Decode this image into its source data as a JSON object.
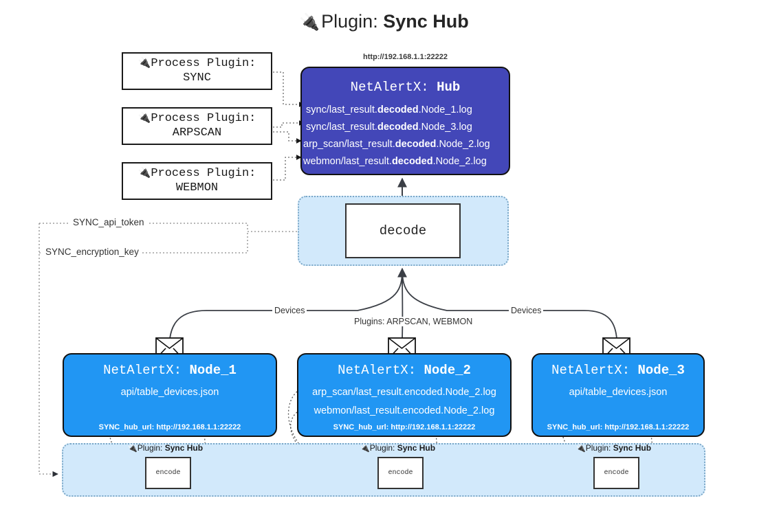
{
  "title": {
    "icon": "plug-icon",
    "icon_glyph": "🔌",
    "prefix": "Plugin: ",
    "name": "Sync Hub"
  },
  "process_plugins": [
    {
      "icon_glyph": "🔌",
      "line1": "Process Plugin:",
      "line2": "SYNC"
    },
    {
      "icon_glyph": "🔌",
      "line1": "Process Plugin:",
      "line2": "ARPSCAN"
    },
    {
      "icon_glyph": "🔌",
      "line1": "Process Plugin:",
      "line2": "WEBMON"
    }
  ],
  "hub": {
    "url": "http://192.168.1.1:22222",
    "title_prefix": "NetAlertX: ",
    "title_name": "Hub",
    "logs": [
      {
        "pre": "sync/last_result.",
        "mid": "decoded",
        "post": ".Node_1.log"
      },
      {
        "pre": "sync/last_result.",
        "mid": "decoded",
        "post": ".Node_3.log"
      },
      {
        "pre": "arp_scan/last_result.",
        "mid": "decoded",
        "post": ".Node_2.log"
      },
      {
        "pre": "webmon/last_result.",
        "mid": "decoded",
        "post": ".Node_2.log"
      }
    ],
    "fill_color": "#4347b8"
  },
  "decode": {
    "label": "decode",
    "container_color": "#d2e9fb"
  },
  "secrets": [
    {
      "label": "SYNC_api_token"
    },
    {
      "label": "SYNC_encryption_key"
    }
  ],
  "edge_labels": {
    "devices_left": "Devices",
    "plugins_center": "Plugins: ARPSCAN, WEBMON",
    "devices_right": "Devices"
  },
  "nodes": [
    {
      "title_prefix": "NetAlertX: ",
      "title_name": "Node_1",
      "lines": [
        "api/table_devices.json"
      ],
      "footer": "SYNC_hub_url: http://192.168.1.1:22222",
      "fill_color": "#2196f3"
    },
    {
      "title_prefix": "NetAlertX: ",
      "title_name": "Node_2",
      "lines": [
        "arp_scan/last_result.encoded.Node_2.log",
        "webmon/last_result.encoded.Node_2.log"
      ],
      "footer": "SYNC_hub_url: http://192.168.1.1:22222",
      "fill_color": "#2196f3"
    },
    {
      "title_prefix": "NetAlertX: ",
      "title_name": "Node_3",
      "lines": [
        "api/table_devices.json"
      ],
      "footer": "SYNC_hub_url: http://192.168.1.1:22222",
      "fill_color": "#2196f3"
    }
  ],
  "encoders": [
    {
      "icon_glyph": "🔌",
      "label_prefix": "Plugin: ",
      "label_name": "Sync Hub",
      "box_label": "encode"
    },
    {
      "icon_glyph": "🔌",
      "label_prefix": "Plugin: ",
      "label_name": "Sync Hub",
      "box_label": "encode"
    },
    {
      "icon_glyph": "🔌",
      "label_prefix": "Plugin: ",
      "label_name": "Sync Hub",
      "box_label": "encode"
    }
  ]
}
